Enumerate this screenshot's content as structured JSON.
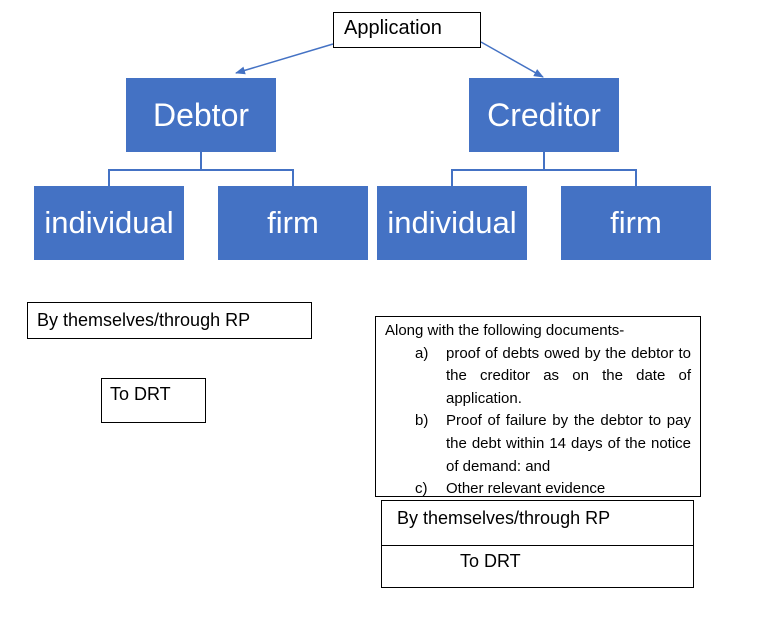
{
  "diagram": {
    "root": {
      "label": "Application"
    },
    "branches": [
      {
        "label": "Debtor",
        "children": [
          "individual",
          "firm"
        ]
      },
      {
        "label": "Creditor",
        "children": [
          "individual",
          "firm"
        ]
      }
    ],
    "debtor_filing": {
      "mode": "By themselves/through RP",
      "destination": "To DRT"
    },
    "creditor_filing": {
      "documents_intro": "Along with the following documents-",
      "documents": [
        {
          "marker": "a)",
          "text": "proof of debts owed by the debtor to the creditor as on the date of application."
        },
        {
          "marker": "b)",
          "text": "Proof of failure by the debtor to pay the debt within 14 days of the notice of demand: and"
        },
        {
          "marker": "c)",
          "text": "Other relevant evidence"
        }
      ],
      "mode": "By themselves/through RP",
      "destination": "To DRT"
    }
  },
  "colors": {
    "node_fill": "#4472c4",
    "node_text": "#ffffff",
    "connector": "#4472c4",
    "box_border": "#000000"
  }
}
